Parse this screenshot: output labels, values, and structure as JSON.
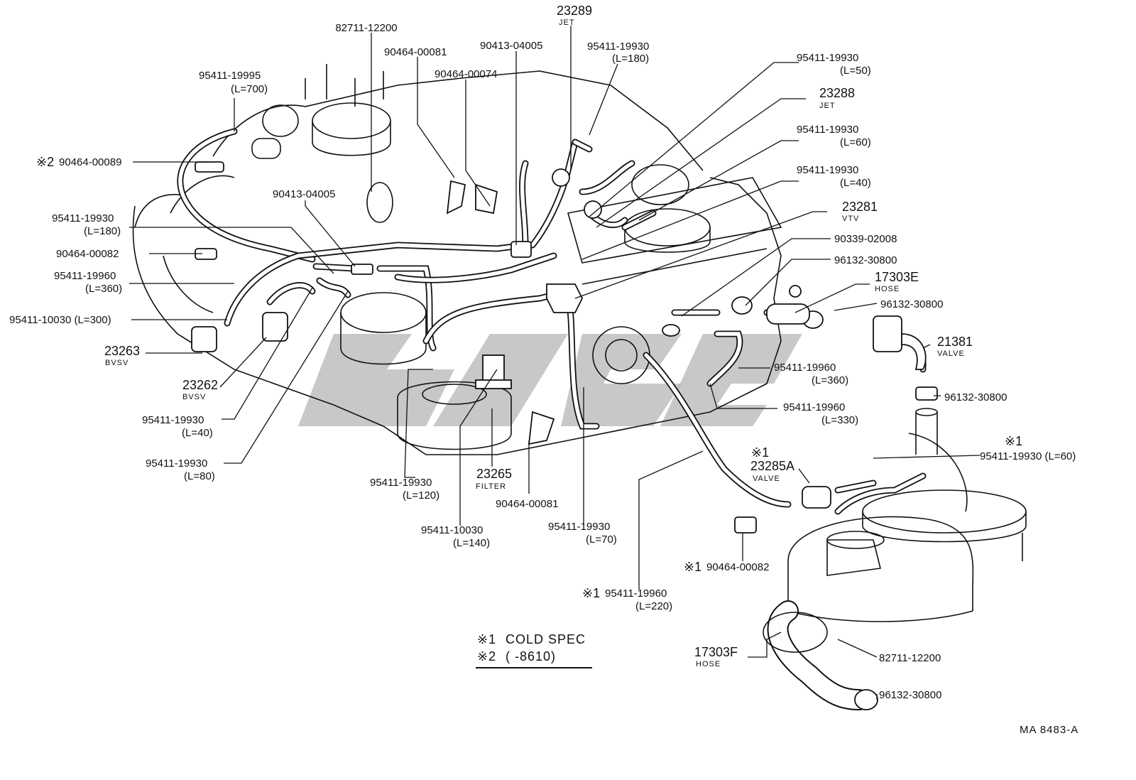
{
  "labels": {
    "l01": {
      "pn": "82711-12200"
    },
    "l02": {
      "pn": "23289",
      "sub": "JET"
    },
    "l03": {
      "pn": "90464-00081"
    },
    "l04": {
      "pn": "90413-04005"
    },
    "l05": {
      "pn": "95411-19930",
      "len": "(L=180)"
    },
    "l06": {
      "pn": "95411-19930",
      "len": "(L=50)"
    },
    "l07": {
      "pn": "95411-19995",
      "len": "(L=700)"
    },
    "l08": {
      "pn": "90464-00074"
    },
    "l09": {
      "pn": "23288",
      "sub": "JET"
    },
    "l10": {
      "pn": "95411-19930",
      "len": "(L=60)"
    },
    "l11": {
      "mark": "※2",
      "pn": "90464-00089"
    },
    "l12": {
      "pn": "95411-19930",
      "len": "(L=40)"
    },
    "l13": {
      "pn": "90413-04005"
    },
    "l14": {
      "pn": "23281",
      "sub": "VTV"
    },
    "l15": {
      "pn": "95411-19930",
      "len": "(L=180)"
    },
    "l16": {
      "pn": "90339-02008"
    },
    "l17": {
      "pn": "90464-00082"
    },
    "l18": {
      "pn": "96132-30800"
    },
    "l19": {
      "pn": "95411-19960",
      "len": "(L=360)"
    },
    "l20": {
      "pn": "17303E",
      "sub": "HOSE"
    },
    "l21": {
      "pn": "96132-30800"
    },
    "l22": {
      "pn": "95411-10030 (L=300)"
    },
    "l23": {
      "pn": "21381",
      "sub": "VALVE"
    },
    "l24": {
      "pn": "23263",
      "sub": "BVSV"
    },
    "l25": {
      "pn": "95411-19960",
      "len": "(L=360)"
    },
    "l26": {
      "pn": "23262",
      "sub": "BVSV"
    },
    "l27": {
      "pn": "96132-30800"
    },
    "l28": {
      "pn": "95411-19960",
      "len": "(L=330)"
    },
    "l29": {
      "pn": "95411-19930",
      "len": "(L=40)"
    },
    "l30": {
      "mark": "※1"
    },
    "l31": {
      "mark": "※1",
      "pn": "23285A",
      "sub": "VALVE"
    },
    "l32": {
      "pn": "95411-19930 (L=60)"
    },
    "l33": {
      "pn": "95411-19930",
      "len": "(L=80)"
    },
    "l34": {
      "pn": "23265",
      "sub": "FILTER"
    },
    "l35": {
      "pn": "95411-19930",
      "len": "(L=120)"
    },
    "l36": {
      "pn": "90464-00081"
    },
    "l37": {
      "pn": "95411-19930",
      "len": "(L=70)"
    },
    "l38": {
      "pn": "95411-10030",
      "len": "(L=140)"
    },
    "l39": {
      "mark": "※1",
      "pn": "90464-00082"
    },
    "l40": {
      "mark": "※1",
      "pn": "95411-19960",
      "len": "(L=220)"
    },
    "l41": {
      "pn": "17303F",
      "sub": "HOSE"
    },
    "l42": {
      "pn": "82711-12200"
    },
    "l43": {
      "pn": "96132-30800"
    }
  },
  "notes": {
    "line1_mark": "※1",
    "line1_text": "COLD SPEC",
    "line2_mark": "※2",
    "line2_text": "(       -8610)"
  },
  "reference": "MA  8483-A",
  "watermark_color": "#9a9a9a"
}
